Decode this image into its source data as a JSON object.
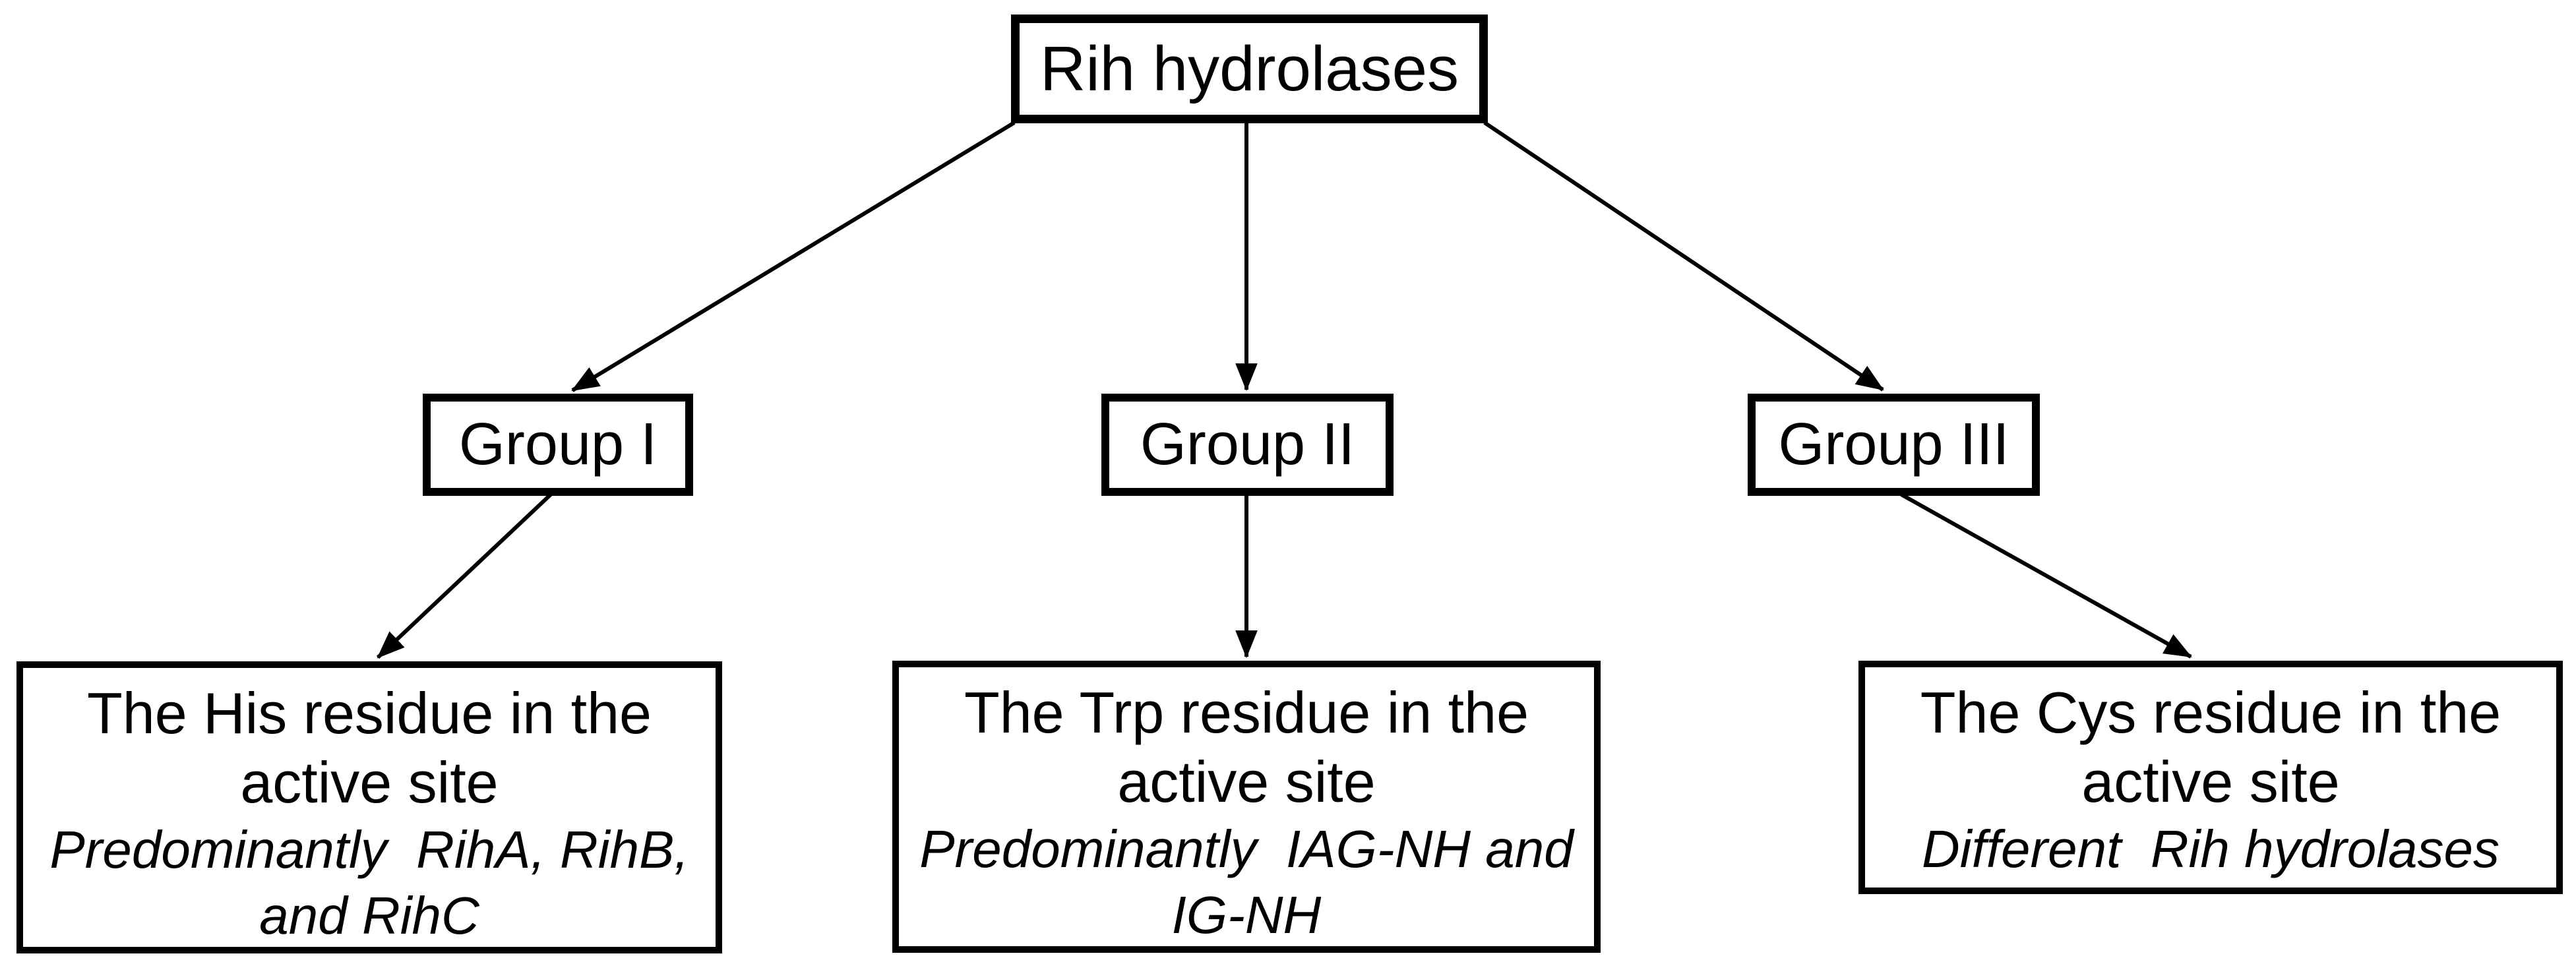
{
  "diagram": {
    "root": {
      "label": "Rih hydrolases"
    },
    "groups": [
      {
        "label": "Group I"
      },
      {
        "label": "Group II"
      },
      {
        "label": "Group III"
      }
    ],
    "leaves": [
      {
        "title_lines": [
          "The His residue in the",
          "active site"
        ],
        "note_lines": [
          "Predominantly  RihA, RihB,",
          "and RihC"
        ]
      },
      {
        "title_lines": [
          "The Trp residue in the",
          "active site"
        ],
        "note_lines": [
          "Predominantly  IAG-NH and",
          "IG-NH"
        ]
      },
      {
        "title_lines": [
          "The Cys residue in the",
          "active site"
        ],
        "note_lines": [
          "Different  Rih hydrolases"
        ]
      }
    ],
    "colors": {
      "line": "#000000",
      "text": "#000000",
      "box_border": "#000000",
      "background": "#ffffff"
    }
  }
}
